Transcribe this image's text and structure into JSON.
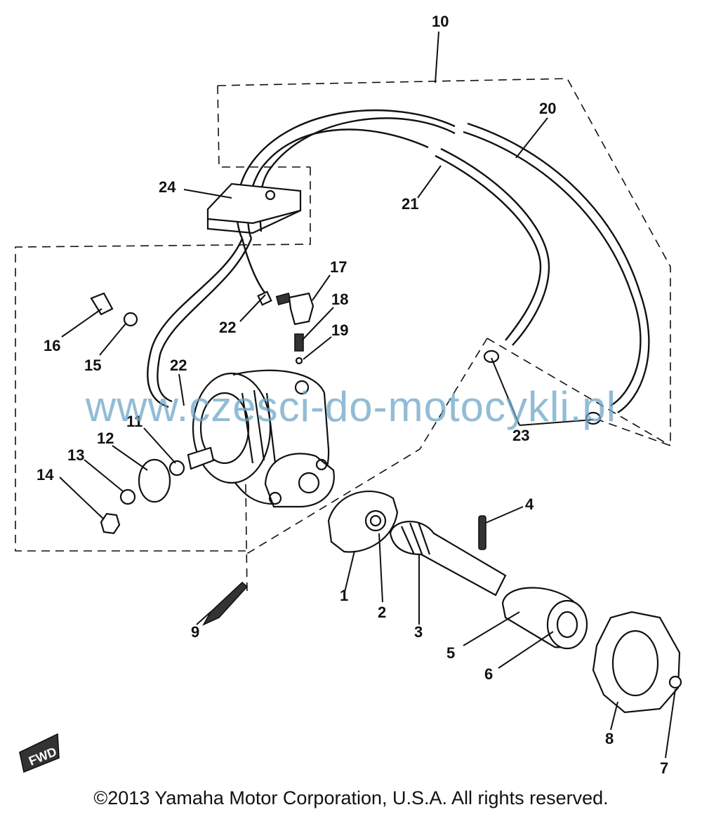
{
  "diagram": {
    "callouts": [
      "1",
      "2",
      "3",
      "4",
      "5",
      "6",
      "7",
      "8",
      "9",
      "10",
      "11",
      "12",
      "13",
      "14",
      "15",
      "16",
      "17",
      "18",
      "19",
      "20",
      "21",
      "22",
      "22",
      "23",
      "24"
    ],
    "fwd_tag": "FWD"
  },
  "watermark": "www.czesci-do-motocykli.pl",
  "copyright": "©2013 Yamaha Motor Corporation, U.S.A. All rights reserved."
}
